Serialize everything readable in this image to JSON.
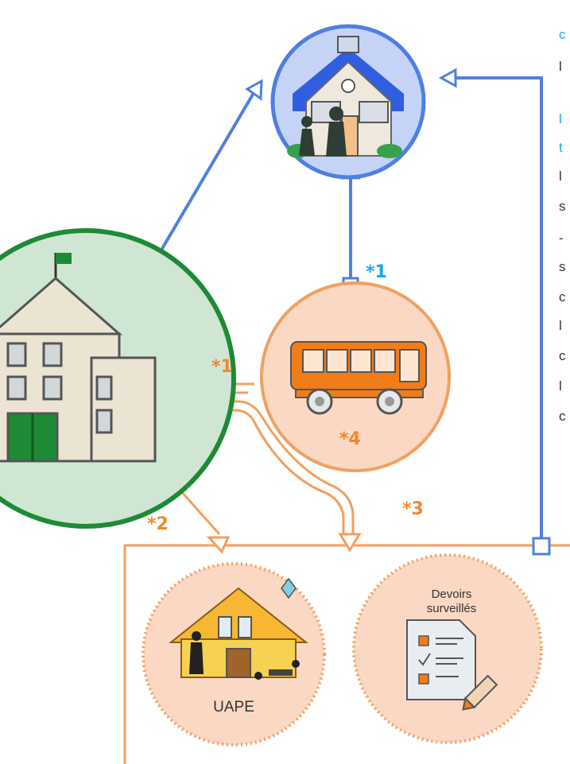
{
  "markers": {
    "blue_1": "*1",
    "orange_1": "*1",
    "orange_2": "*2",
    "orange_3": "*3",
    "orange_4": "*4"
  },
  "labels": {
    "uape": "UAPE",
    "devoirs_line1": "Devoirs",
    "devoirs_line2": "surveillés"
  },
  "sidebar_fragments": [
    "c",
    "l",
    "l",
    "t",
    "l",
    "s",
    "-",
    "s",
    "c",
    "l",
    "c",
    "l",
    "c"
  ],
  "colors": {
    "blue": "#4f7fe0",
    "orange": "#f0a060",
    "green": "#1e8a35",
    "marker_orange": "#f0892b",
    "marker_blue": "#1aa6e6"
  },
  "icons": [
    "house-icon",
    "school-icon",
    "bus-icon",
    "uape-building-icon",
    "homework-document-icon",
    "pencil-icon"
  ]
}
